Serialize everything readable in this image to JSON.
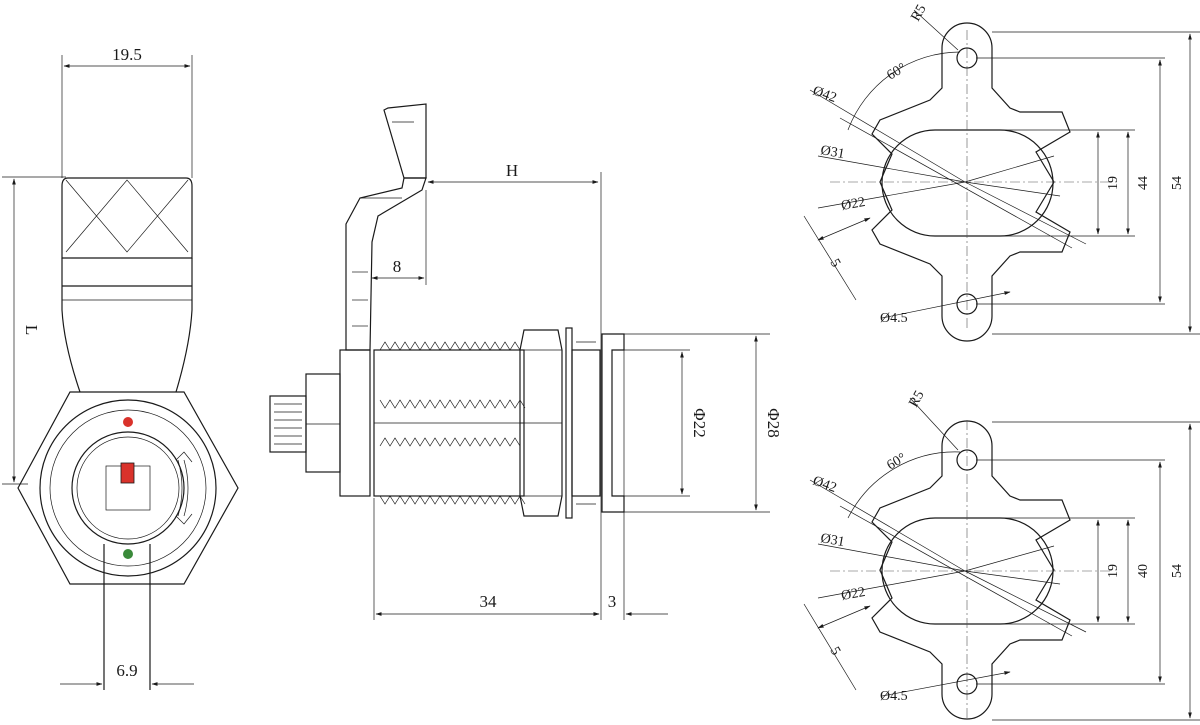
{
  "colors": {
    "line": "#1a1a1a",
    "indicator_red": "#d9322b",
    "indicator_green": "#3a8a3a"
  },
  "front_view": {
    "width_label": "19.5",
    "length_label": "L",
    "slot_label": "6.9"
  },
  "side_view": {
    "cam_offset_label": "8",
    "h_label": "H",
    "body_length_label": "34",
    "flange_label": "3",
    "thread_dia_label": "Φ22",
    "flange_dia_label": "Φ28"
  },
  "mount_top": {
    "r5": "R5",
    "angle": "60°",
    "d42": "Ø42",
    "d31": "Ø31",
    "d22": "Ø22",
    "w5": "5",
    "hole": "Ø4.5",
    "flat": "19",
    "mid": "44",
    "total": "54"
  },
  "mount_bottom": {
    "r5": "R5",
    "angle": "60°",
    "d42": "Ø42",
    "d31": "Ø31",
    "d22": "Ø22",
    "w5": "5",
    "hole": "Ø4.5",
    "flat": "19",
    "mid": "40",
    "total": "54"
  }
}
